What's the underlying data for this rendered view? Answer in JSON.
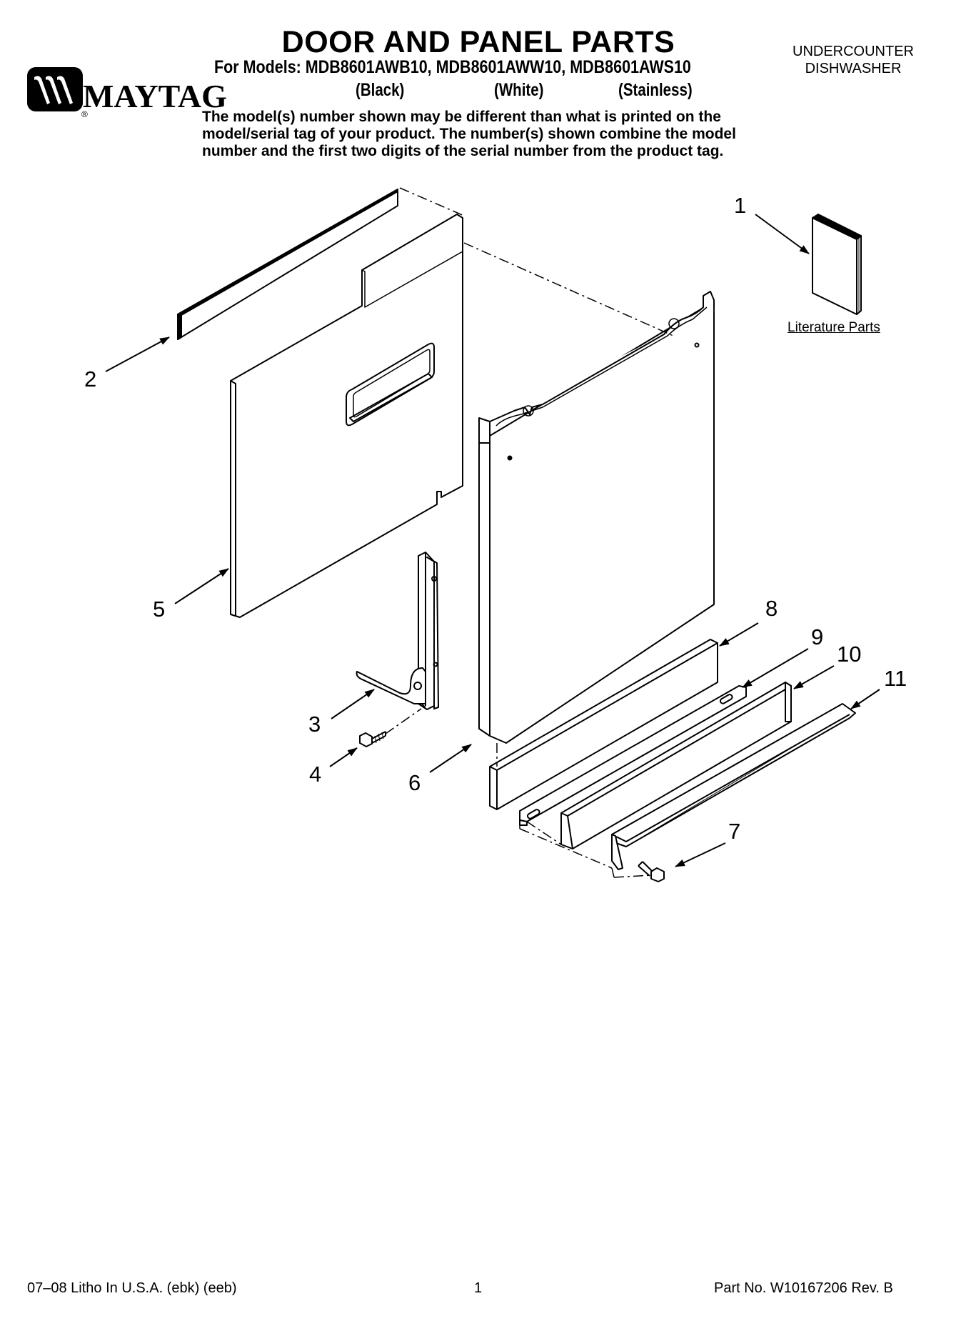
{
  "header": {
    "title": "DOOR AND PANEL PARTS",
    "models_line": "For Models: MDB8601AWB10, MDB8601AWW10, MDB8601AWS10",
    "variants": [
      "(Black)",
      "(White)",
      "(Stainless)"
    ],
    "product_type_line1": "UNDERCOUNTER",
    "product_type_line2": "DISHWASHER",
    "brand": "MAYTAG",
    "registered_mark": "®",
    "notice_line1": "The model(s) number shown may be different than what is printed on the",
    "notice_line2": "model/serial tag of your product. The number(s) shown combine the model",
    "notice_line3": "number and the first two digits of the serial number from the product tag."
  },
  "diagram": {
    "callouts": [
      "1",
      "2",
      "3",
      "4",
      "5",
      "6",
      "7",
      "8",
      "9",
      "10",
      "11"
    ],
    "literature_label": "Literature Parts"
  },
  "footer": {
    "left": "07–08 Litho In U.S.A. (ebk) (eeb)",
    "page_number": "1",
    "part_number": "Part No. W10167206 Rev. B"
  }
}
